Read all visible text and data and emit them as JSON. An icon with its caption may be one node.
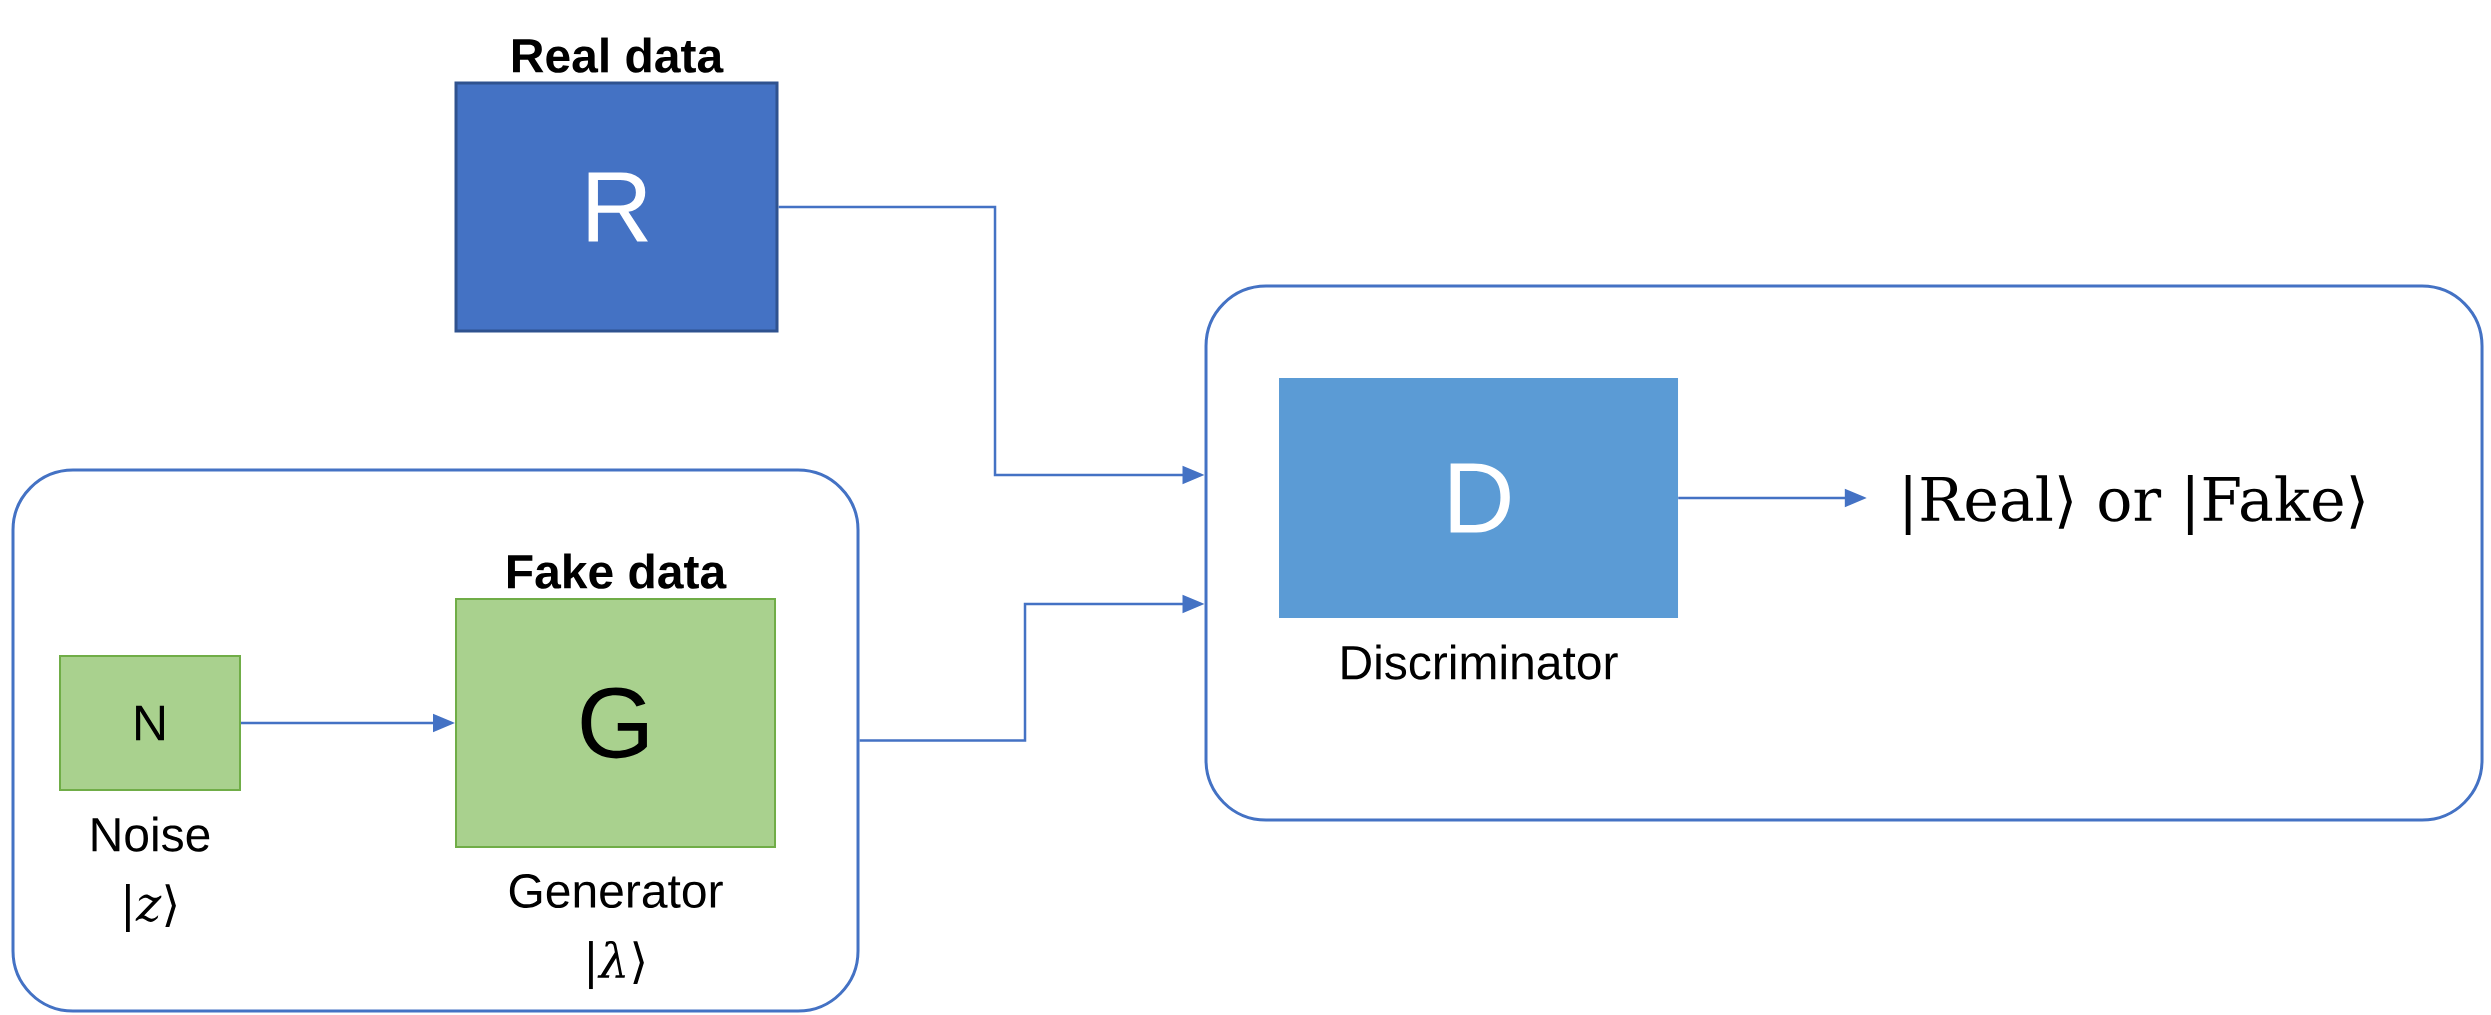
{
  "diagram": {
    "nodes": [
      {
        "text": [
          "Real data",
          "R"
        ]
      },
      {
        "text": [],
        "shape": "box"
      },
      {
        "text": [
          "N"
        ],
        "in": 1,
        "beside": [
          "Noise",
          "|*z*⟩"
        ]
      },
      {
        "text": [
          "Fake data",
          "G"
        ],
        "in": 1,
        "beside": [
          "Generator",
          "|*λ*⟩"
        ]
      },
      {
        "text": [],
        "shape": "box"
      },
      {
        "text": [
          "D"
        ],
        "in": 4,
        "beside": [
          "Discriminator"
        ]
      },
      {
        "text": [
          "|Real⟩ or |Fake⟩"
        ],
        "in": 4
      }
    ],
    "edges": [
      {
        "from": 2,
        "to": 3,
        "arrow": "to"
      },
      {
        "from": 0,
        "to": 4,
        "arrow": "to"
      },
      {
        "from": 1,
        "to": 4,
        "arrow": "to"
      },
      {
        "from": 5,
        "to": 6,
        "arrow": "to"
      }
    ]
  }
}
